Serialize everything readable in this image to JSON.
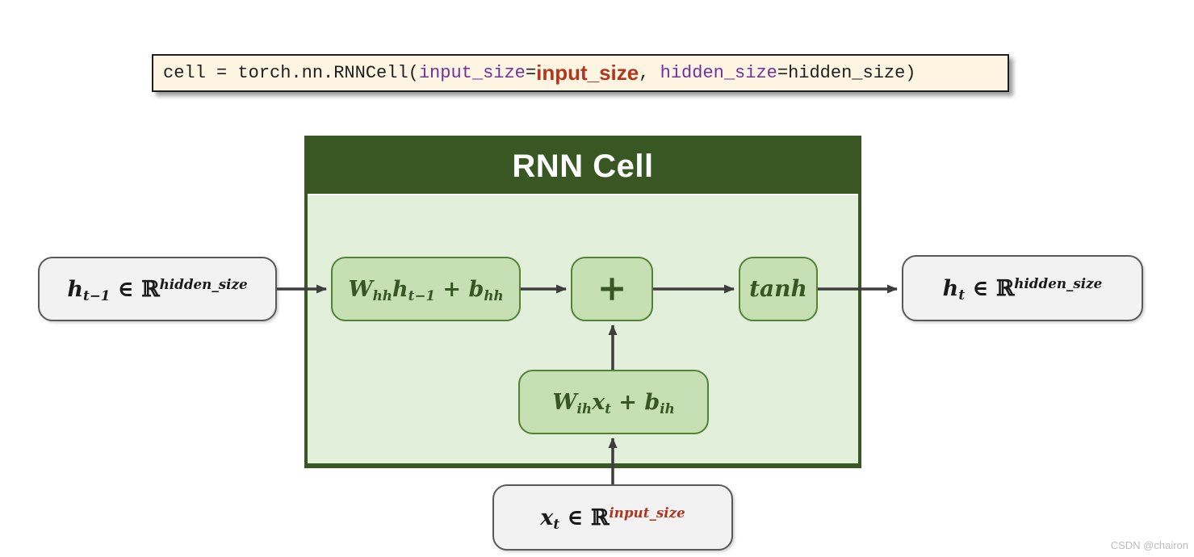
{
  "code_box": {
    "segments": [
      {
        "t": "cell = torch.nn.RNNCell(",
        "c": "#1f1f1f"
      },
      {
        "t": "input_size",
        "c": "#7030a0"
      },
      {
        "t": "=",
        "c": "#1f1f1f"
      },
      {
        "t": "input_size",
        "c": "#b0371f",
        "b": true
      },
      {
        "t": ", ",
        "c": "#1f1f1f"
      },
      {
        "t": "hidden_size",
        "c": "#7030a0"
      },
      {
        "t": "=hidden_size)",
        "c": "#1f1f1f"
      }
    ]
  },
  "diagram": {
    "title": "RNN Cell",
    "nodes": {
      "hidden_prev": [
        {
          "t": "h"
        },
        {
          "t": "t−1",
          "s": "sub"
        },
        {
          "t": " ∈ ℝ",
          "u": true
        },
        {
          "t": "hidden_size",
          "s": "sup"
        }
      ],
      "whh": [
        {
          "t": "W"
        },
        {
          "t": "hh",
          "s": "sub"
        },
        {
          "t": "h"
        },
        {
          "t": "t−1",
          "s": "sub"
        },
        {
          "t": " + b"
        },
        {
          "t": "hh",
          "s": "sub"
        }
      ],
      "plus": [
        {
          "t": "+",
          "u": true
        }
      ],
      "tanh": [
        {
          "t": "tanh"
        }
      ],
      "hidden_out": [
        {
          "t": "h"
        },
        {
          "t": "t",
          "s": "sub"
        },
        {
          "t": " ∈ ℝ",
          "u": true
        },
        {
          "t": "hidden_size",
          "s": "sup"
        }
      ],
      "wih": [
        {
          "t": "W"
        },
        {
          "t": "ih",
          "s": "sub"
        },
        {
          "t": "x"
        },
        {
          "t": "t",
          "s": "sub"
        },
        {
          "t": " + b"
        },
        {
          "t": "ih",
          "s": "sub"
        }
      ],
      "input": [
        {
          "t": "x"
        },
        {
          "t": "t",
          "s": "sub"
        },
        {
          "t": " ∈ ℝ",
          "u": true
        },
        {
          "t": "input_size",
          "s": "sup",
          "c": "#b0371f"
        }
      ]
    }
  },
  "watermark": "CSDN @chairon",
  "colors": {
    "header_green": "#385723",
    "body_green": "#e2efda",
    "node_fill_green": "#c6e0b4",
    "node_border_green": "#538135",
    "node_text_green": "#375623",
    "code_background": "#fdf5e1",
    "code_purple": "#7030a0",
    "code_red": "#b0371f",
    "gray_node_fill": "#f2f2f2",
    "arrow_gray": "#3e3e3e"
  }
}
